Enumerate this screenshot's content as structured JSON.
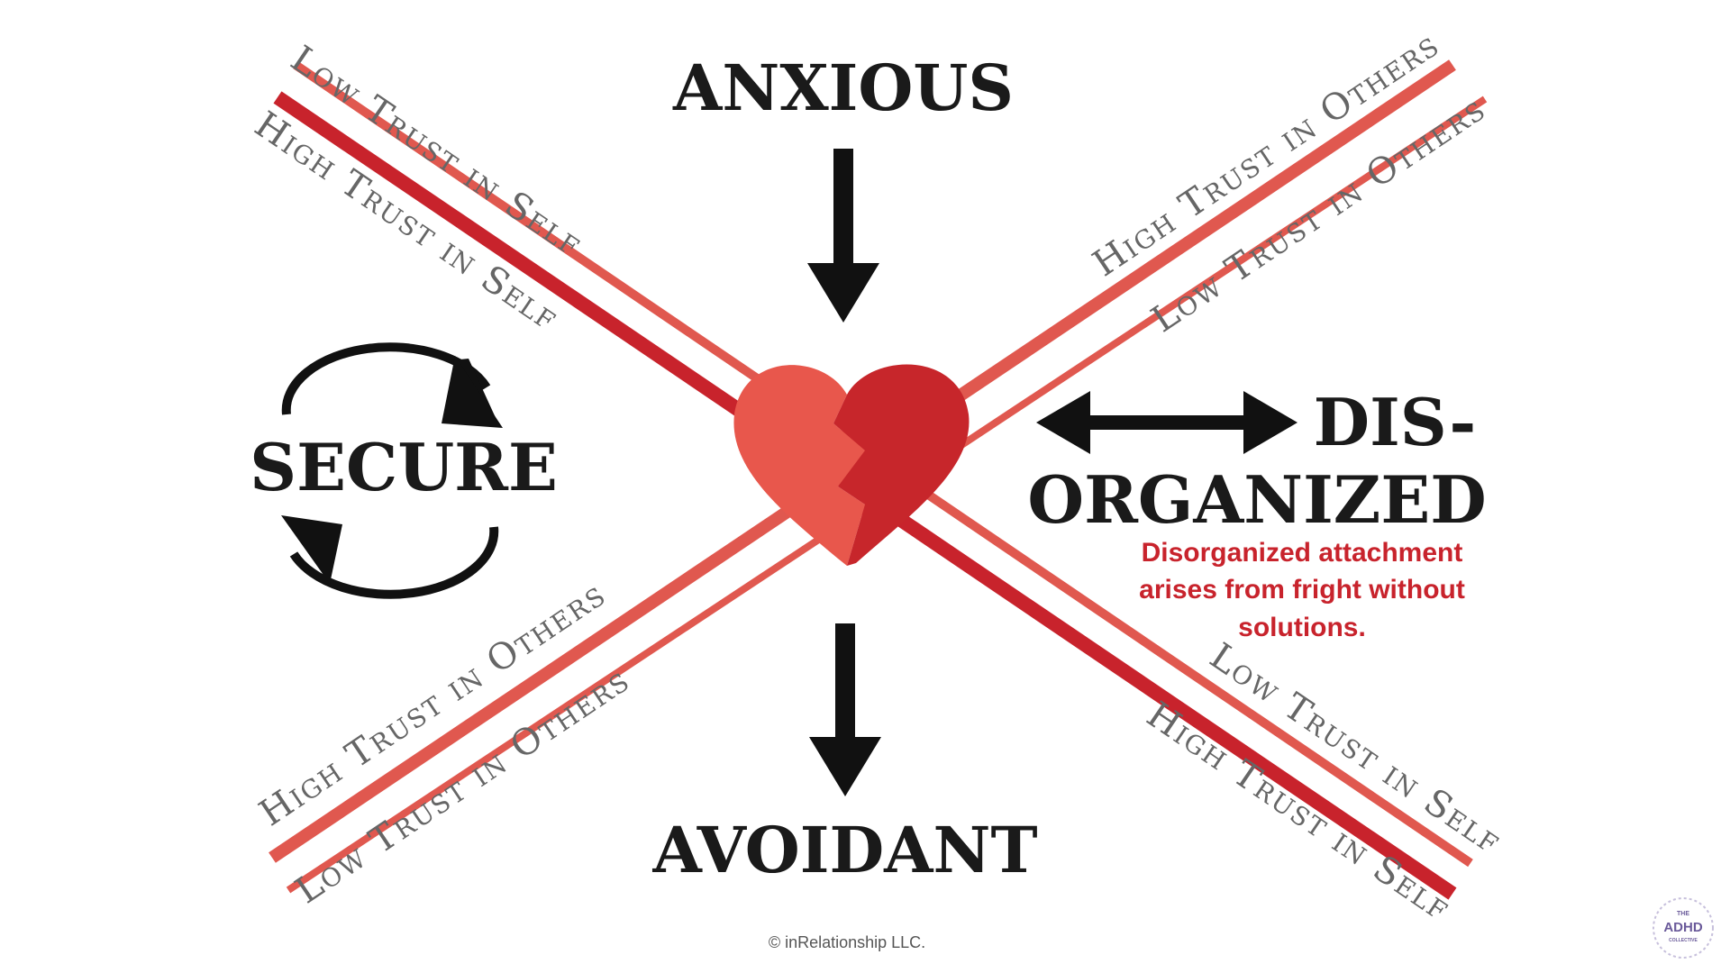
{
  "labels": {
    "anxious": "ANXIOUS",
    "avoidant": "AVOIDANT",
    "secure": "SECURE",
    "disorganized_line1": "DIS-",
    "disorganized_line2": "ORGANIZED"
  },
  "trust_labels": {
    "top_left_outer": "Low Trust in Self",
    "top_left_inner": "High Trust in Self",
    "top_right_outer": "High Trust in Others",
    "top_right_inner": "Low Trust in Others",
    "bottom_left_outer": "High Trust in Others",
    "bottom_left_inner": "Low Trust in Others",
    "bottom_right_outer": "Low Trust in Self",
    "bottom_right_inner": "High Trust in Self"
  },
  "note": {
    "line1": "Disorganized attachment",
    "line2": "arises from fright without",
    "line3": "solutions."
  },
  "copyright": "© inRelationship LLC.",
  "badge": {
    "top": "THE",
    "main": "ADHD",
    "bottom": "COLLECTIVE"
  },
  "colors": {
    "dark_red": "#c8232c",
    "light_red": "#e0584f",
    "heart_left": "#e8574c",
    "heart_right": "#c7262b",
    "ink": "#111111"
  },
  "icons": {
    "down_arrow": "arrow-down-icon",
    "double_arrow": "double-arrow-icon",
    "cycle": "cycle-arrows-icon",
    "heart": "broken-heart-icon"
  }
}
